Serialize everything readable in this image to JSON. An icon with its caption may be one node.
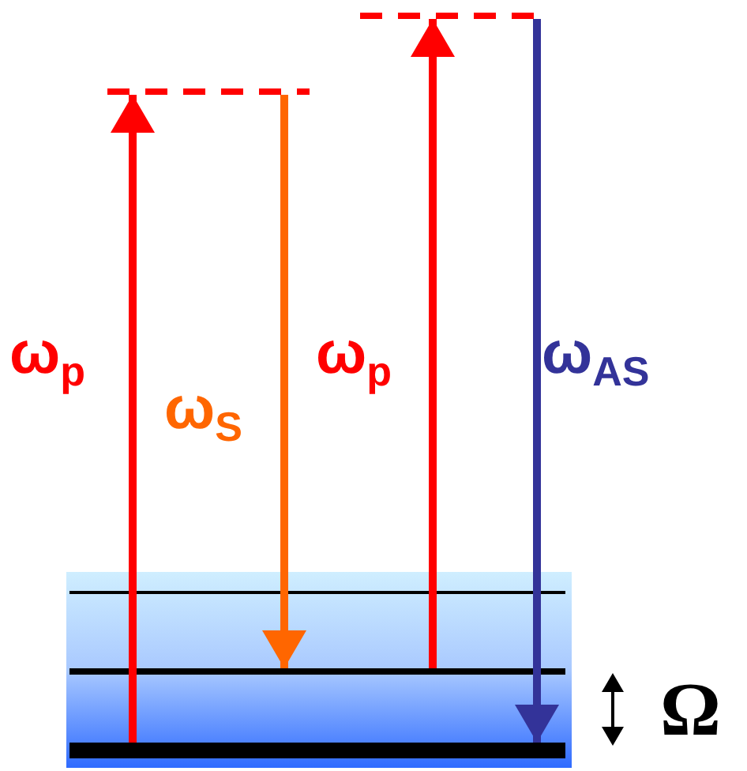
{
  "diagram": {
    "nodes": [
      {
        "text": [],
        "shape": "box"
      },
      {
        "text": [],
        "shape": "bar",
        "in": 0
      },
      {
        "text": [],
        "shape": "bar",
        "in": 0
      },
      {
        "text": [],
        "shape": "bar",
        "in": 0
      },
      {
        "text": [],
        "shape": "bar"
      },
      {
        "text": [],
        "shape": "bar"
      }
    ],
    "edges": [
      {
        "from": 3,
        "to": 4,
        "arrow": "to",
        "label": "ω$_{p}$",
        "color": "#ff0000"
      },
      {
        "from": 4,
        "to": 2,
        "arrow": "to",
        "label": "ω$_{S}$",
        "color": "#ff6600"
      },
      {
        "from": 2,
        "to": 5,
        "arrow": "to",
        "label": "ω$_{p}$",
        "color": "#ff0000"
      },
      {
        "from": 5,
        "to": 3,
        "arrow": "to",
        "label": "ω$_{AS}$",
        "color": "#333399"
      }
    ],
    "labels": [
      "Ω"
    ]
  }
}
